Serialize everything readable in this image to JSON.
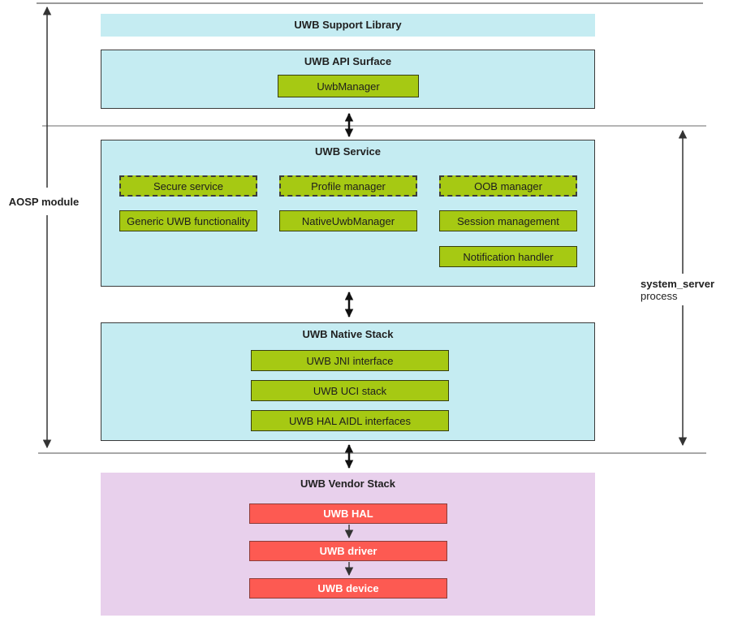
{
  "diagram": {
    "side_labels": {
      "left": "AOSP module",
      "right_line1": "system_server",
      "right_line2": "process"
    },
    "support_library": {
      "title": "UWB Support Library"
    },
    "api_surface": {
      "title": "UWB API Surface",
      "item": "UwbManager"
    },
    "service": {
      "title": "UWB Service",
      "dashed_items": [
        "Secure service",
        "Profile manager",
        "OOB manager"
      ],
      "solid_items": [
        "Generic UWB functionality",
        "NativeUwbManager",
        "Session management",
        "Notification handler"
      ]
    },
    "native_stack": {
      "title": "UWB Native Stack",
      "items": [
        "UWB JNI interface",
        "UWB UCI stack",
        "UWB HAL AIDL interfaces"
      ]
    },
    "vendor_stack": {
      "title": "UWB Vendor Stack",
      "items": [
        "UWB HAL",
        "UWB driver",
        "UWB device"
      ]
    },
    "colors": {
      "panel_cyan": "#c5ecf2",
      "panel_pink": "#e8d0ec",
      "box_green": "#a6c913",
      "box_red": "#fd5a52",
      "arrow_black": "#111111",
      "boundary_line_gray": "#a8a8a8",
      "text_dark": "#212121",
      "red_text": "#ffffff"
    }
  }
}
